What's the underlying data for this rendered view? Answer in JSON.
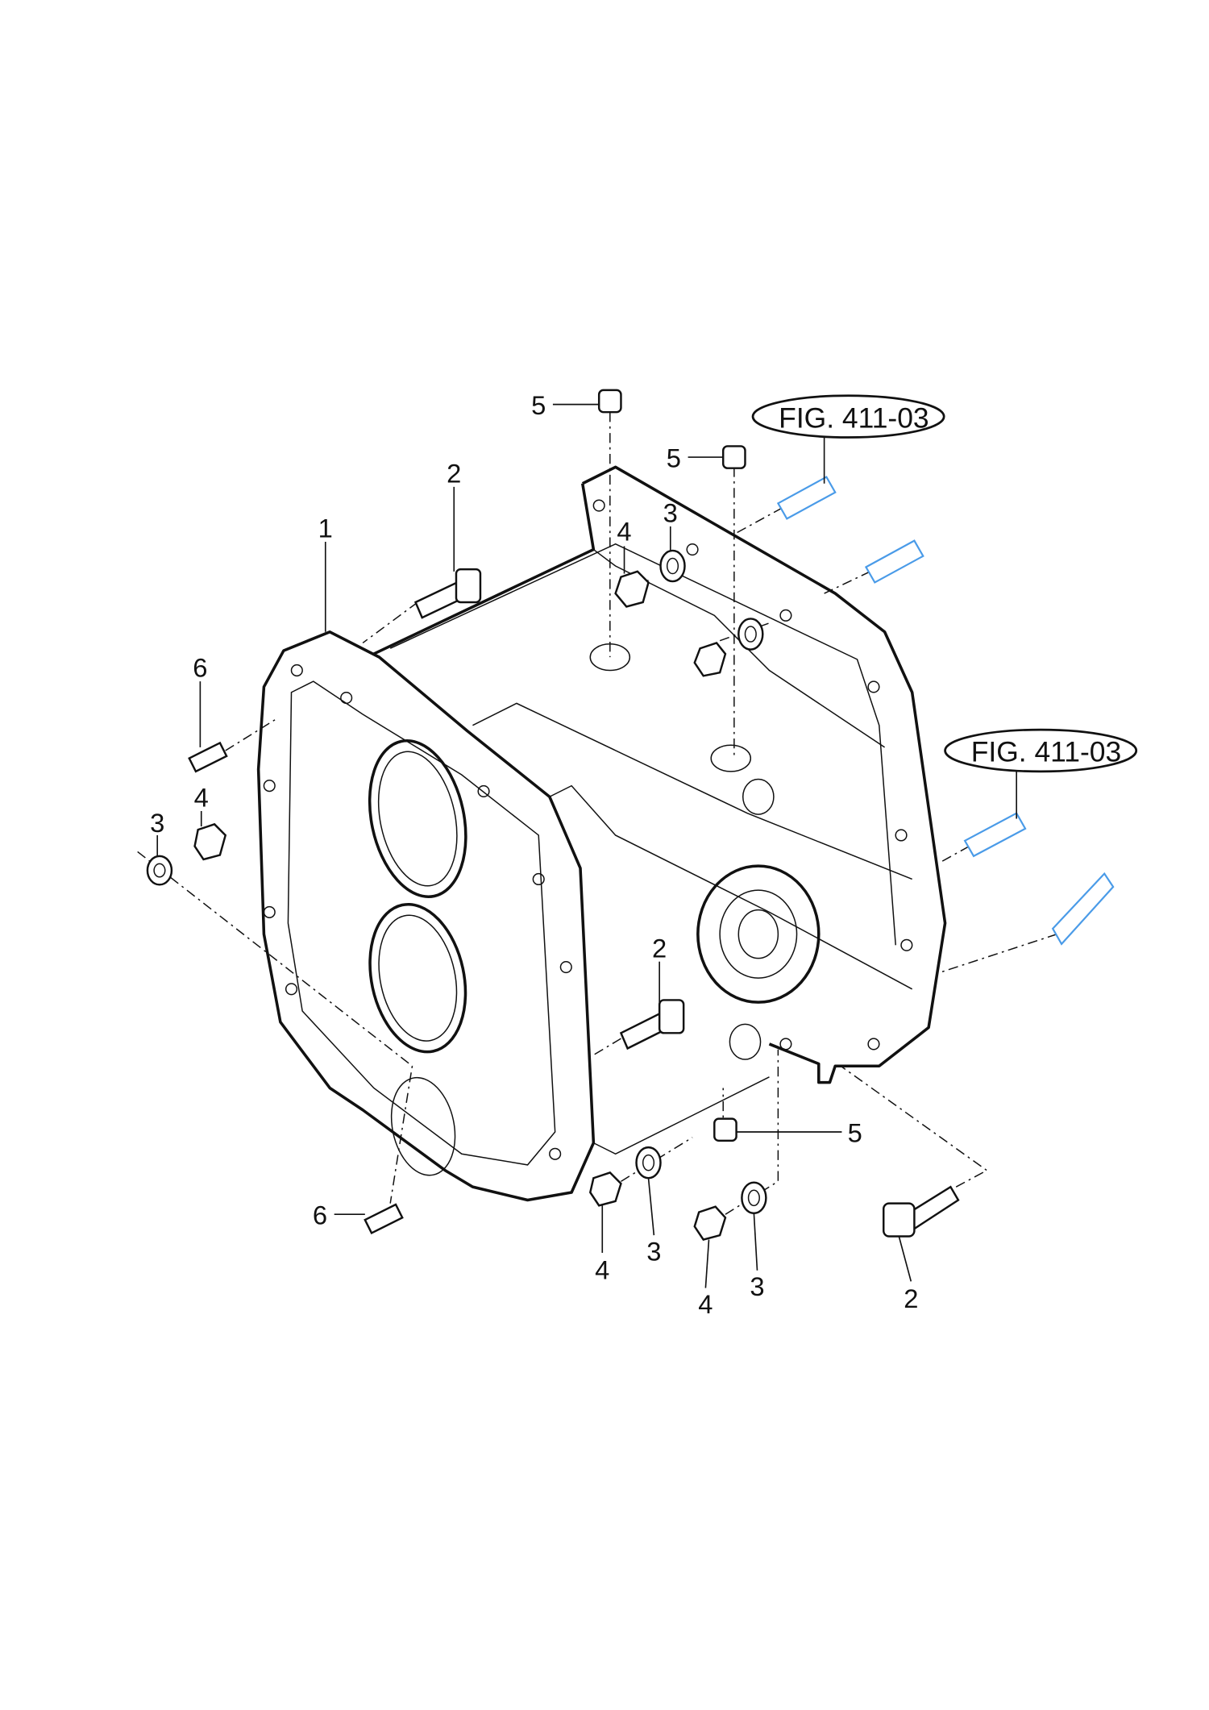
{
  "diagram": {
    "title": "Transmission housing exploded view",
    "accent_color": "#4a9be8",
    "fig_refs": [
      "FIG. 411-03",
      "FIG. 411-03"
    ],
    "callouts": [
      "5",
      "5",
      "2",
      "1",
      "3",
      "4",
      "6",
      "4",
      "3",
      "2",
      "5",
      "6",
      "4",
      "3",
      "4",
      "3",
      "2"
    ]
  }
}
